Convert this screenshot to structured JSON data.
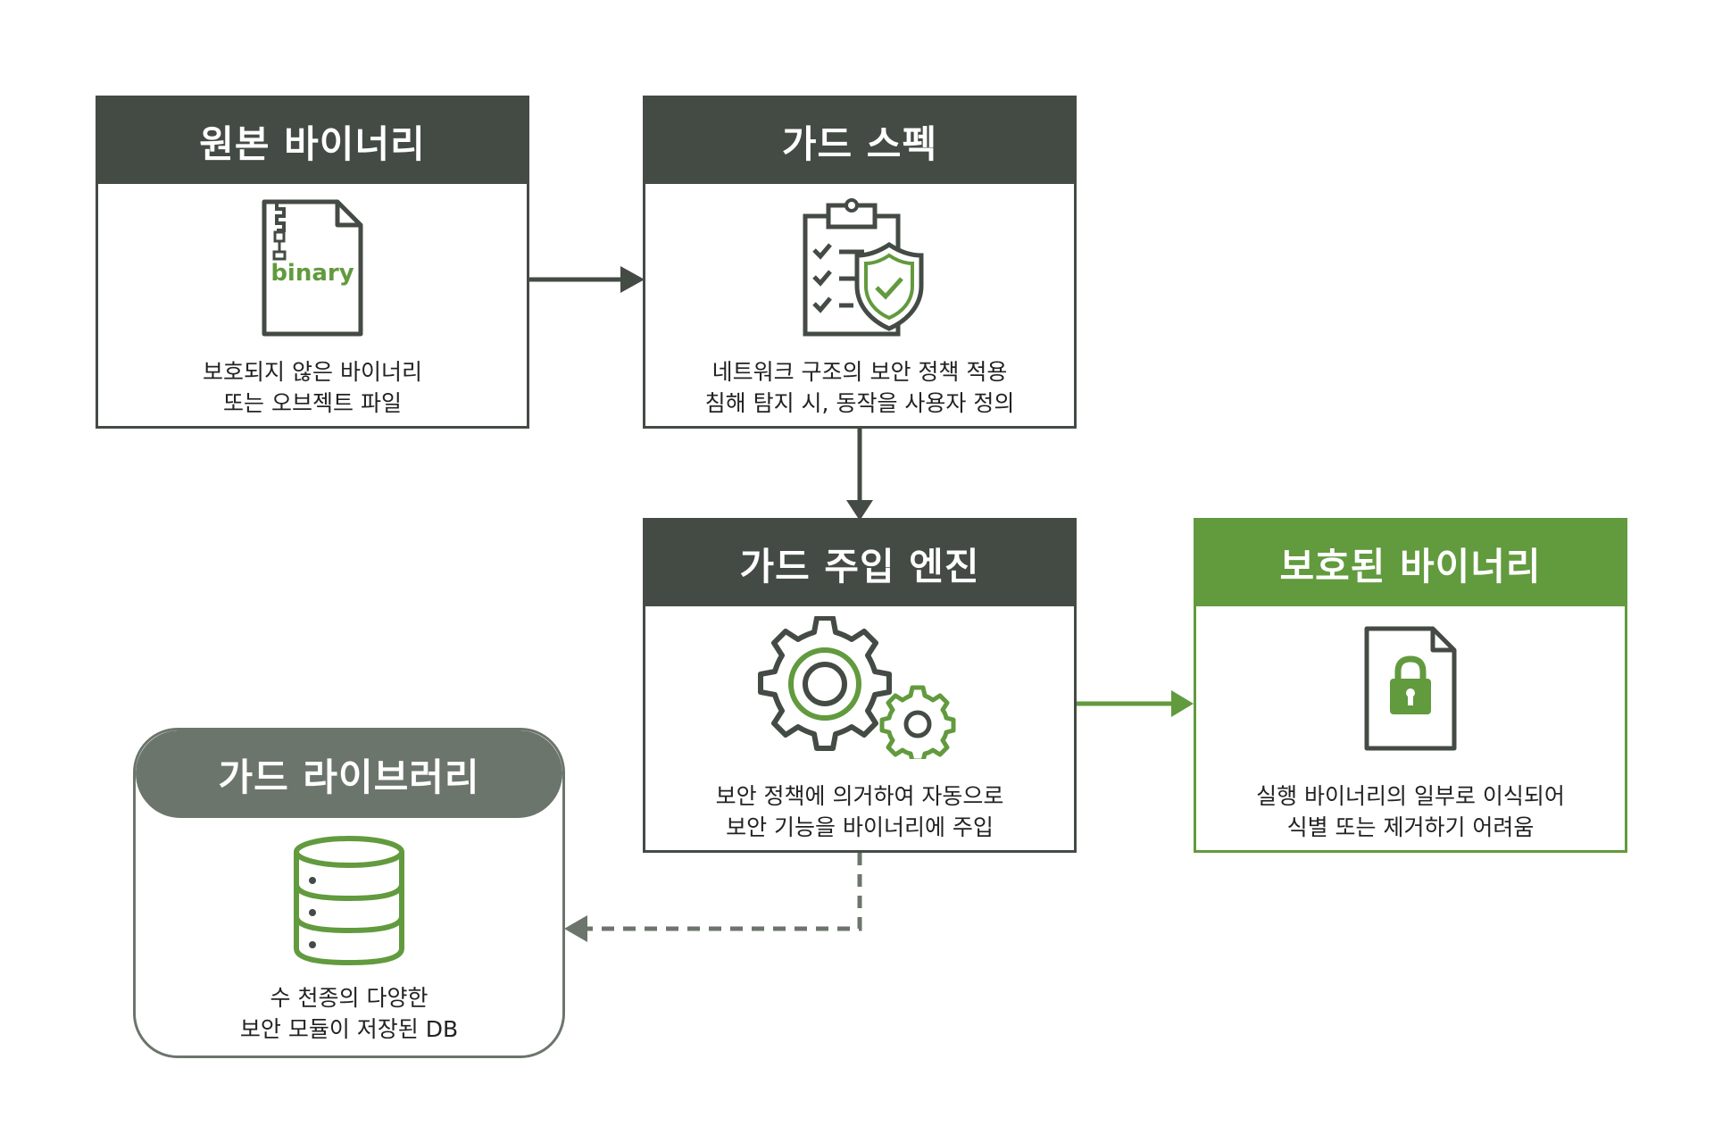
{
  "cards": {
    "source": {
      "title": "원본 바이너리",
      "icon": "binary-file-icon",
      "icon_text": "binary",
      "desc_lines": [
        "보호되지 않은 바이너리",
        "또는 오브젝트 파일"
      ]
    },
    "spec": {
      "title": "가드 스펙",
      "icon": "clipboard-shield-icon",
      "desc_lines": [
        "네트워크 구조의 보안 정책 적용",
        "침해 탐지 시, 동작을 사용자 정의"
      ]
    },
    "engine": {
      "title": "가드 주입 엔진",
      "icon": "gears-icon",
      "desc_lines": [
        "보안 정책에 의거하여 자동으로",
        "보안 기능을 바이너리에 주입"
      ]
    },
    "protected": {
      "title": "보호된 바이너리",
      "icon": "locked-file-icon",
      "desc_lines": [
        "실행 바이너리의 일부로 이식되어",
        "식별 또는 제거하기 어려움"
      ]
    },
    "library": {
      "title": "가드 라이브러리",
      "icon": "database-icon",
      "desc_lines": [
        "수 천종의 다양한",
        "보안 모듈이 저장된 DB"
      ]
    }
  },
  "colors": {
    "dark": "#444b45",
    "green": "#629a3e",
    "gray": "#6c756c",
    "text": "#222222"
  }
}
